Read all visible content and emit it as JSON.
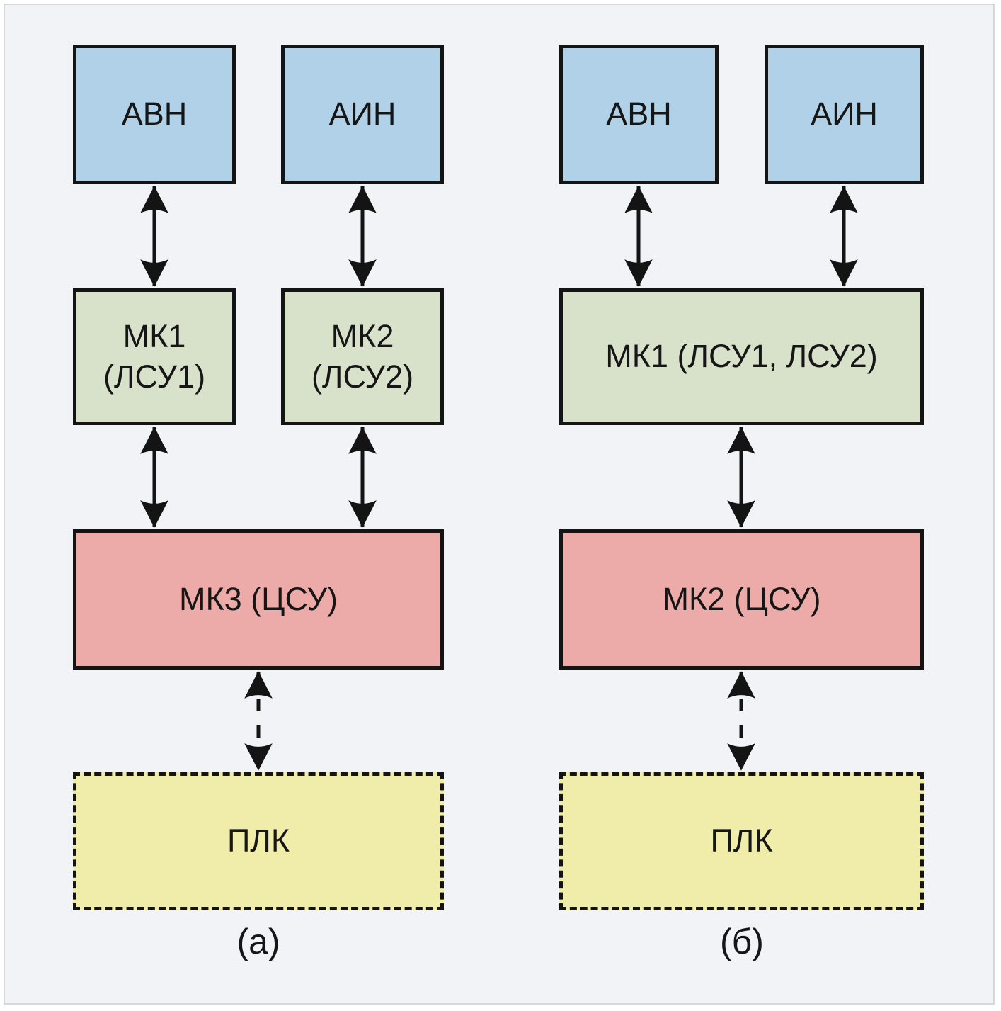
{
  "figure": {
    "background_color": "#f2f3f6",
    "stroke_color": "#141414",
    "node_colors": {
      "inverter_blue": "#b0d1e7",
      "local_controller_green": "#d8e2cb",
      "central_controller_red": "#ecaaa8",
      "plc_yellow": "#f0ecaa"
    },
    "panels": [
      {
        "caption": "(а)",
        "nodes": [
          {
            "id": "avn",
            "label": "АВН",
            "color": "#b0d1e7"
          },
          {
            "id": "ain",
            "label": "АИН",
            "color": "#b0d1e7"
          },
          {
            "id": "mk1",
            "label": "МК1 (ЛСУ1)",
            "color": "#d8e2cb"
          },
          {
            "id": "mk2",
            "label": "МК2 (ЛСУ2)",
            "color": "#d8e2cb"
          },
          {
            "id": "mk3",
            "label": "МК3 (ЦСУ)",
            "color": "#ecaaa8"
          },
          {
            "id": "plk",
            "label": "ПЛК",
            "color": "#f0ecaa",
            "border_style": "dashed"
          }
        ],
        "edges": [
          {
            "from": "АВН",
            "to": "МК1 (ЛСУ1)",
            "type": "bidirectional-solid"
          },
          {
            "from": "АИН",
            "to": "МК2 (ЛСУ2)",
            "type": "bidirectional-solid"
          },
          {
            "from": "МК1 (ЛСУ1)",
            "to": "МК3 (ЦСУ)",
            "type": "bidirectional-solid"
          },
          {
            "from": "МК2 (ЛСУ2)",
            "to": "МК3 (ЦСУ)",
            "type": "bidirectional-solid"
          },
          {
            "from": "МК3 (ЦСУ)",
            "to": "ПЛК",
            "type": "bidirectional-dashed"
          }
        ]
      },
      {
        "caption": "(б)",
        "nodes": [
          {
            "id": "avn",
            "label": "АВН",
            "color": "#b0d1e7"
          },
          {
            "id": "ain",
            "label": "АИН",
            "color": "#b0d1e7"
          },
          {
            "id": "mk1",
            "label": "МК1 (ЛСУ1, ЛСУ2)",
            "color": "#d8e2cb"
          },
          {
            "id": "mk2",
            "label": "МК2 (ЦСУ)",
            "color": "#ecaaa8"
          },
          {
            "id": "plk",
            "label": "ПЛК",
            "color": "#f0ecaa",
            "border_style": "dashed"
          }
        ],
        "edges": [
          {
            "from": "АВН",
            "to": "МК1 (ЛСУ1, ЛСУ2)",
            "type": "bidirectional-solid"
          },
          {
            "from": "АИН",
            "to": "МК1 (ЛСУ1, ЛСУ2)",
            "type": "bidirectional-solid"
          },
          {
            "from": "МК1 (ЛСУ1, ЛСУ2)",
            "to": "МК2 (ЦСУ)",
            "type": "bidirectional-solid"
          },
          {
            "from": "МК2 (ЦСУ)",
            "to": "ПЛК",
            "type": "bidirectional-dashed"
          }
        ]
      }
    ]
  }
}
